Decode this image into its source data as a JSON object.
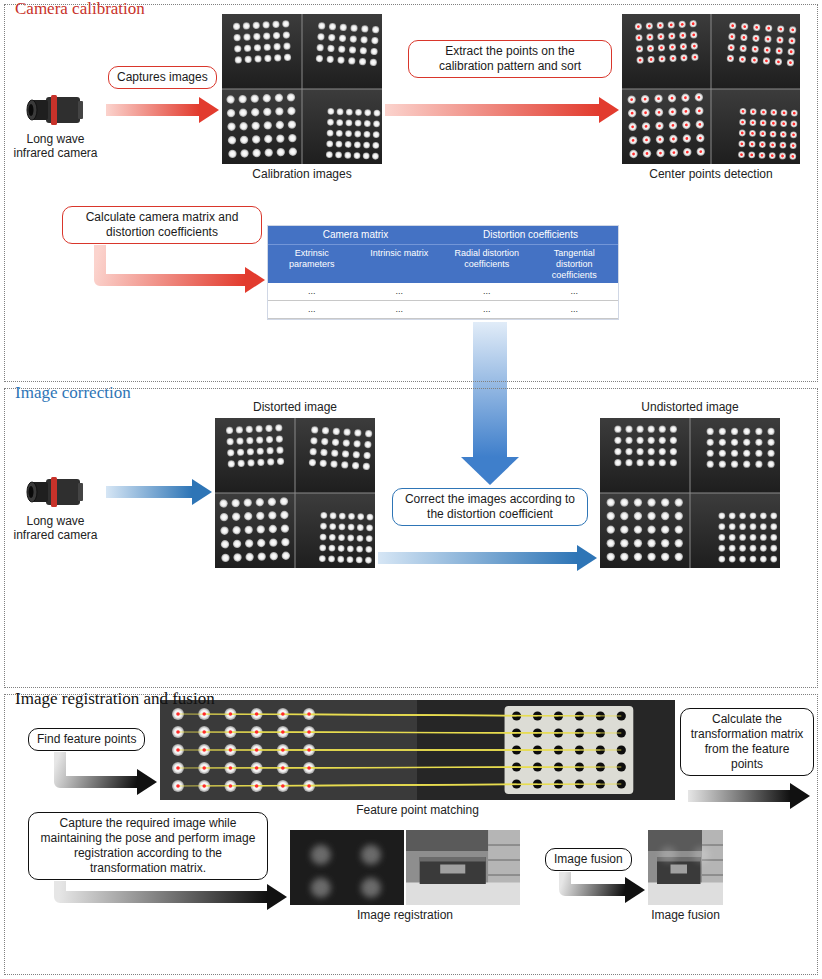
{
  "diagram": {
    "nodes": [
      {
        "text": [
          "Camera calibration"
        ]
      },
      {
        "text": [
          "Long wave infrared camera"
        ],
        "in": 0
      },
      {
        "text": [
          "Captures images"
        ],
        "in": 0
      },
      {
        "text": [
          "Calibration images"
        ],
        "in": 0
      },
      {
        "text": [
          "Extract the points on the calibration pattern and sort"
        ],
        "in": 0
      },
      {
        "text": [
          "Center points detection"
        ],
        "in": 0
      },
      {
        "text": [
          "Calculate camera matrix and distortion coefficients"
        ],
        "in": 0
      },
      {
        "text": [
          "Camera matrix",
          "Distortion coefficients",
          "Extrinsic parameters",
          "Intrinsic matrix",
          "Radial distortion coefficients",
          "Tangential distortion coefficients",
          "...",
          "...",
          "...",
          "...",
          "...",
          "...",
          "...",
          "..."
        ],
        "in": 0
      },
      {
        "text": [
          "Image correction"
        ]
      },
      {
        "text": [
          "Long wave infrared camera"
        ],
        "in": 8
      },
      {
        "text": [
          "Distorted image"
        ],
        "in": 8
      },
      {
        "text": [
          "Correct the images according to the distortion coefficient"
        ],
        "in": 8
      },
      {
        "text": [
          "Undistorted image"
        ],
        "in": 8
      },
      {
        "text": [
          "Image registration and fusion"
        ]
      },
      {
        "text": [
          "Find feature points"
        ],
        "in": 13
      },
      {
        "text": [
          "Feature point matching"
        ],
        "in": 13
      },
      {
        "text": [
          "Calculate the transformation matrix from the feature points"
        ],
        "in": 13
      },
      {
        "text": [
          "Capture the required image while maintaining the pose and perform image registration according to the transformation matrix."
        ],
        "in": 13
      },
      {
        "text": [
          "Image registration"
        ],
        "in": 13
      },
      {
        "text": [
          "Image fusion"
        ],
        "in": 13
      },
      {
        "text": [
          "Image fusion"
        ],
        "in": 13
      }
    ],
    "edges": [
      {
        "from": 1,
        "to": 3,
        "arrow": "to"
      },
      {
        "from": 3,
        "to": 5,
        "arrow": "to"
      },
      {
        "from": 6,
        "to": 7,
        "arrow": "to"
      },
      {
        "from": 7,
        "to": 11,
        "arrow": "to"
      },
      {
        "from": 9,
        "to": 10,
        "arrow": "to"
      },
      {
        "from": 10,
        "to": 12,
        "arrow": "to"
      },
      {
        "from": 14,
        "to": 15,
        "arrow": "to"
      },
      {
        "from": 17,
        "to": 18,
        "arrow": "to"
      },
      {
        "from": 19,
        "to": 20,
        "arrow": "to"
      }
    ]
  }
}
